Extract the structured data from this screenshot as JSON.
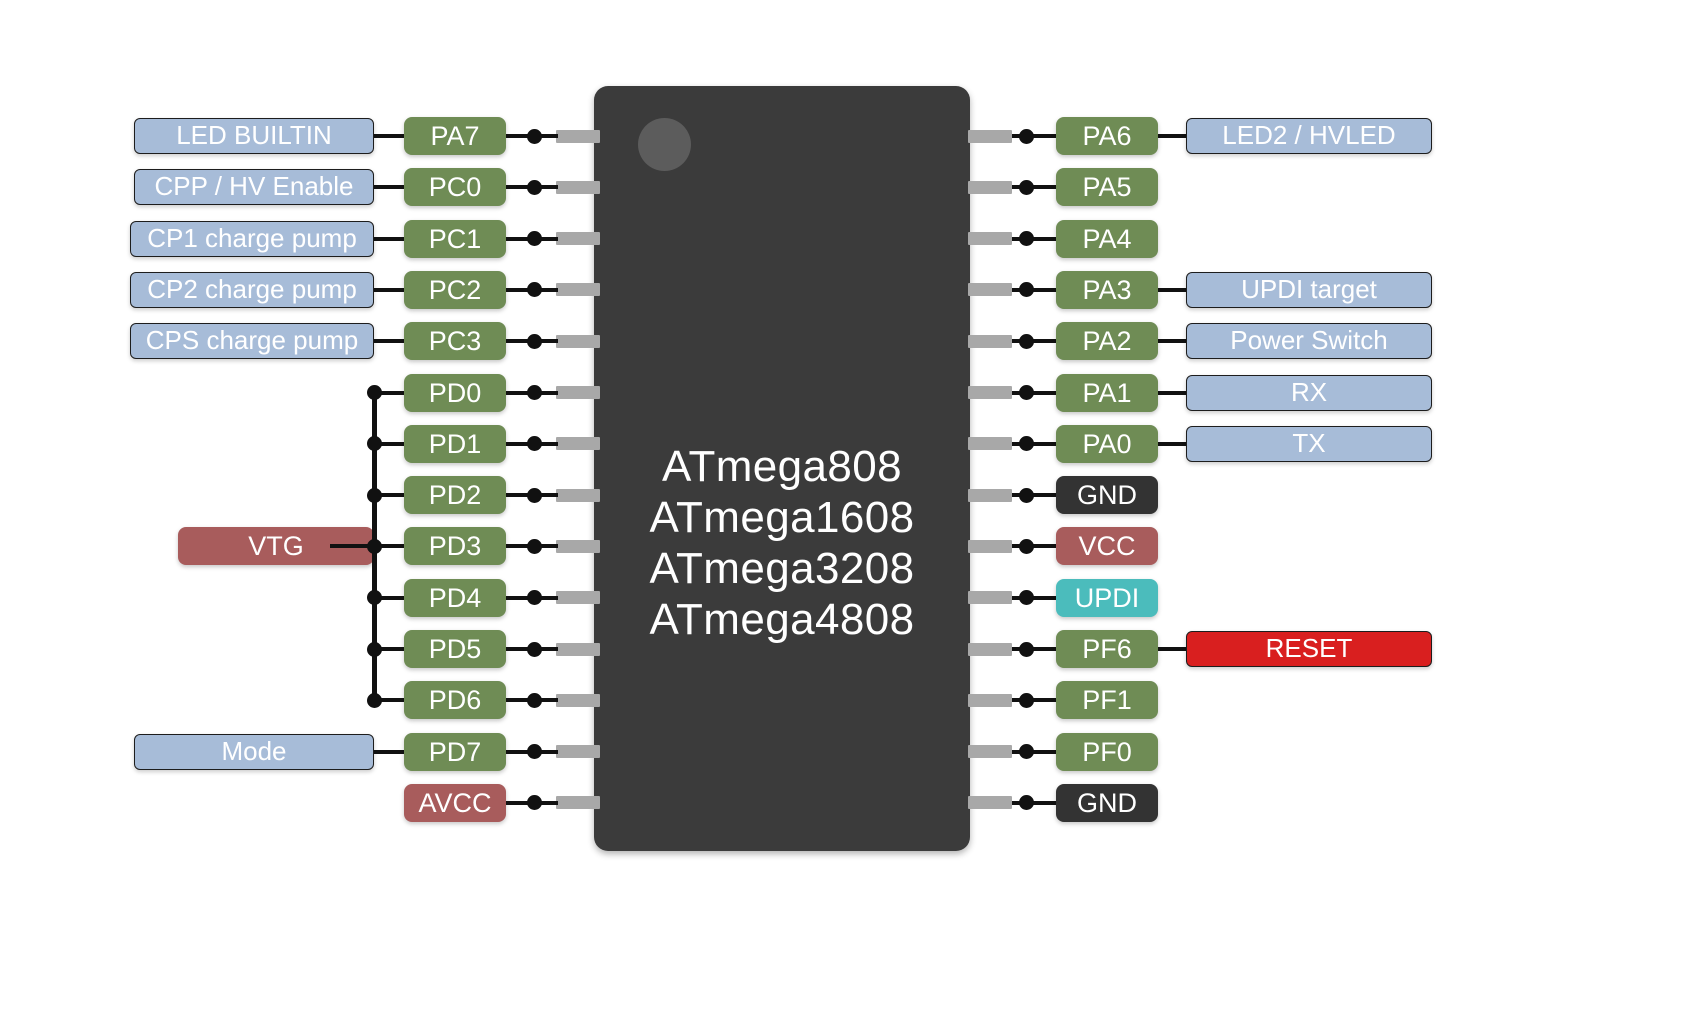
{
  "chip": {
    "names": [
      "ATmega808",
      "ATmega1608",
      "ATmega3208",
      "ATmega4808"
    ],
    "body_color": "#3b3b3b",
    "pin1_marker": "pin1-indicator-circle"
  },
  "colors": {
    "port_pin": "#6f8c55",
    "ground_pin": "#333333",
    "power_pin": "#a85c5c",
    "updi_pin": "#4bbcbc",
    "function_label": "#a7bcd8",
    "reset_label": "#d91f1f",
    "lead": "#a8a8a8",
    "wire": "#111111"
  },
  "left_rows": [
    {
      "pin": "PA7",
      "pin_type": "port",
      "label": "LED BUILTIN",
      "label_type": "blue",
      "label_w": 240
    },
    {
      "pin": "PC0",
      "pin_type": "port",
      "label": "CPP / HV Enable",
      "label_type": "blue",
      "label_w": 240
    },
    {
      "pin": "PC1",
      "pin_type": "port",
      "label": "CP1 charge pump",
      "label_type": "blue",
      "label_w": 244
    },
    {
      "pin": "PC2",
      "pin_type": "port",
      "label": "CP2 charge pump",
      "label_type": "blue",
      "label_w": 244
    },
    {
      "pin": "PC3",
      "pin_type": "port",
      "label": "CPS charge pump",
      "label_type": "blue",
      "label_w": 244
    },
    {
      "pin": "PD0",
      "pin_type": "port",
      "label": "",
      "label_type": "none",
      "label_w": 0
    },
    {
      "pin": "PD1",
      "pin_type": "port",
      "label": "",
      "label_type": "none",
      "label_w": 0
    },
    {
      "pin": "PD2",
      "pin_type": "port",
      "label": "",
      "label_type": "none",
      "label_w": 0
    },
    {
      "pin": "PD3",
      "pin_type": "port",
      "label": "VTG",
      "label_type": "dkred",
      "label_w": 196
    },
    {
      "pin": "PD4",
      "pin_type": "port",
      "label": "",
      "label_type": "none",
      "label_w": 0
    },
    {
      "pin": "PD5",
      "pin_type": "port",
      "label": "",
      "label_type": "none",
      "label_w": 0
    },
    {
      "pin": "PD6",
      "pin_type": "port",
      "label": "",
      "label_type": "none",
      "label_w": 0
    },
    {
      "pin": "PD7",
      "pin_type": "port",
      "label": "Mode",
      "label_type": "blue",
      "label_w": 240
    },
    {
      "pin": "AVCC",
      "pin_type": "vcc",
      "label": "",
      "label_type": "none",
      "label_w": 0
    }
  ],
  "right_rows": [
    {
      "pin": "PA6",
      "pin_type": "port",
      "label": "LED2 / HVLED",
      "label_type": "blue"
    },
    {
      "pin": "PA5",
      "pin_type": "port",
      "label": "",
      "label_type": "none"
    },
    {
      "pin": "PA4",
      "pin_type": "port",
      "label": "",
      "label_type": "none"
    },
    {
      "pin": "PA3",
      "pin_type": "port",
      "label": "UPDI target",
      "label_type": "blue"
    },
    {
      "pin": "PA2",
      "pin_type": "port",
      "label": "Power Switch",
      "label_type": "blue"
    },
    {
      "pin": "PA1",
      "pin_type": "port",
      "label": "RX",
      "label_type": "blue"
    },
    {
      "pin": "PA0",
      "pin_type": "port",
      "label": "TX",
      "label_type": "blue"
    },
    {
      "pin": "GND",
      "pin_type": "gnd",
      "label": "",
      "label_type": "none"
    },
    {
      "pin": "VCC",
      "pin_type": "vcc",
      "label": "",
      "label_type": "none"
    },
    {
      "pin": "UPDI",
      "pin_type": "updi",
      "label": "",
      "label_type": "none"
    },
    {
      "pin": "PF6",
      "pin_type": "port",
      "label": "RESET",
      "label_type": "red"
    },
    {
      "pin": "PF1",
      "pin_type": "port",
      "label": "",
      "label_type": "none"
    },
    {
      "pin": "PF0",
      "pin_type": "port",
      "label": "",
      "label_type": "none"
    },
    {
      "pin": "GND",
      "pin_type": "gnd",
      "label": "",
      "label_type": "none"
    }
  ],
  "vtg_bus": {
    "name": "VTG",
    "connects": [
      "PD0",
      "PD1",
      "PD2",
      "PD3",
      "PD4",
      "PD5",
      "PD6"
    ]
  }
}
